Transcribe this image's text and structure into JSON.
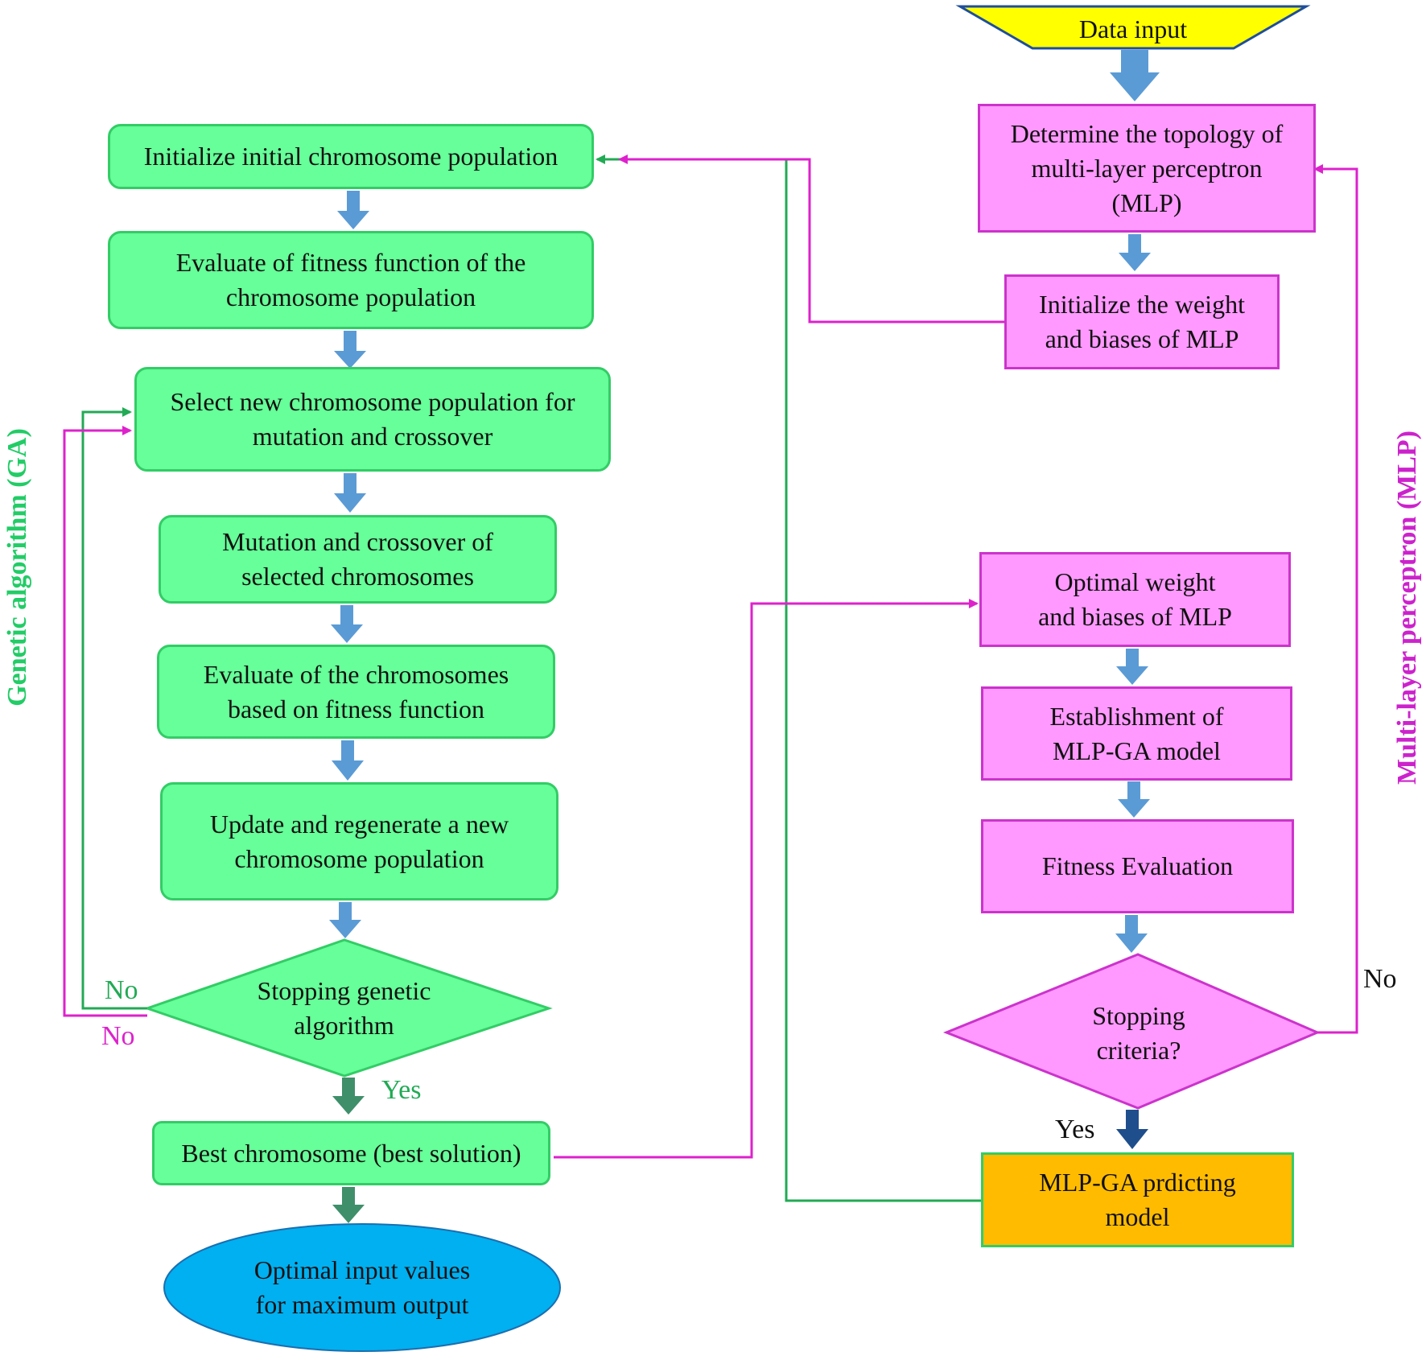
{
  "diagram": {
    "colors": {
      "ga_fill": "#66ff99",
      "ga_border": "#33cc66",
      "mlp_fill": "#ff99ff",
      "mlp_border": "#cc33cc",
      "final_fill": "#ffbb00",
      "terminal_fill": "#00b0f0",
      "input_fill": "#ffff00",
      "input_border": "#1f4e9c",
      "arrow_fill": "#5b9bd5",
      "green_line": "#22aa55",
      "magenta_line": "#dd22cc"
    },
    "input": {
      "label": "Data input"
    },
    "ga": {
      "title": "Genetic algorithm (GA)",
      "init": "Initialize initial chromosome population",
      "evaluate": "Evaluate of fitness function of the\nchromosome population",
      "select": "Select new chromosome population for\nmutation and crossover",
      "mutate": "Mutation and crossover of\nselected chromosomes",
      "evaluate_chrom": "Evaluate of the chromosomes\nbased on fitness function",
      "update": "Update and regenerate a new\nchromosome population",
      "stop": "Stopping genetic\nalgorithm",
      "best": "Best chromosome (best solution)",
      "optimal": "Optimal input values\nfor maximum output",
      "no_green": "No",
      "no_magenta": "No",
      "yes": "Yes"
    },
    "mlp": {
      "title": "Multi-layer perceptron (MLP)",
      "topology": "Determine the topology of\nmulti-layer perceptron\n(MLP)",
      "init_weights": "Initialize the weight\nand biases of MLP",
      "optimal_weights": "Optimal weight\nand biases of MLP",
      "establish": "Establishment of\nMLP-GA model",
      "fitness": "Fitness Evaluation",
      "stop": "Stopping\ncriteria?",
      "predict": "MLP-GA prdicting\nmodel",
      "no": "No",
      "yes": "Yes"
    }
  }
}
